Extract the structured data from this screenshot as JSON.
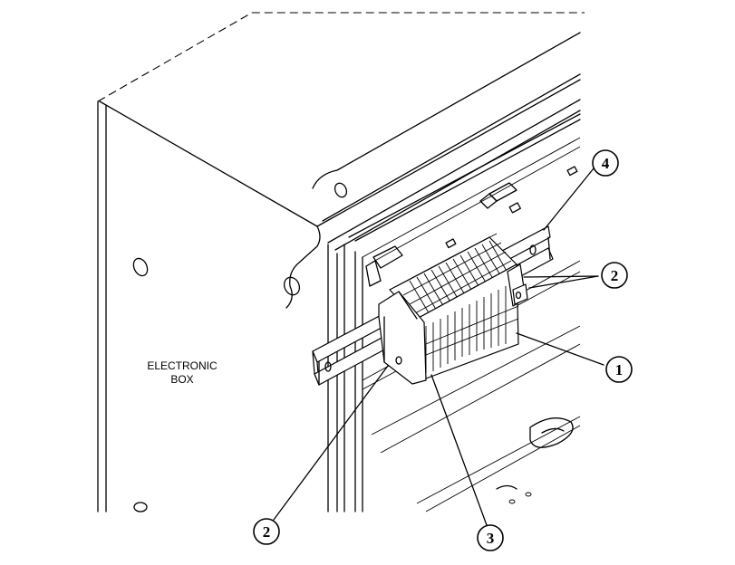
{
  "box_label": {
    "line1": "ELECTRONIC",
    "line2": "BOX"
  },
  "callouts": {
    "c1": "1",
    "c2_right": "2",
    "c2_left": "2",
    "c3": "3",
    "c4": "4"
  }
}
